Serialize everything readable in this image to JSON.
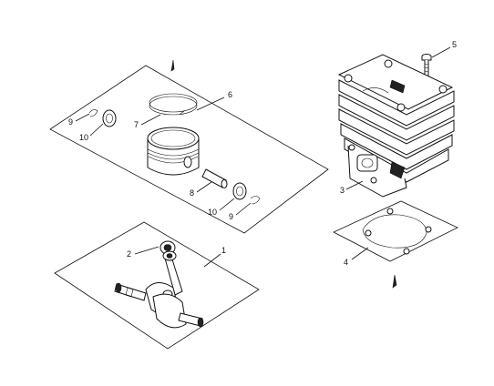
{
  "callouts": {
    "c1": "1",
    "c2": "2",
    "c3": "3",
    "c4": "4",
    "c5": "5",
    "c6": "6",
    "c7": "7",
    "c8": "8",
    "c9a": "9",
    "c9b": "9",
    "c10a": "10",
    "c10b": "10"
  }
}
